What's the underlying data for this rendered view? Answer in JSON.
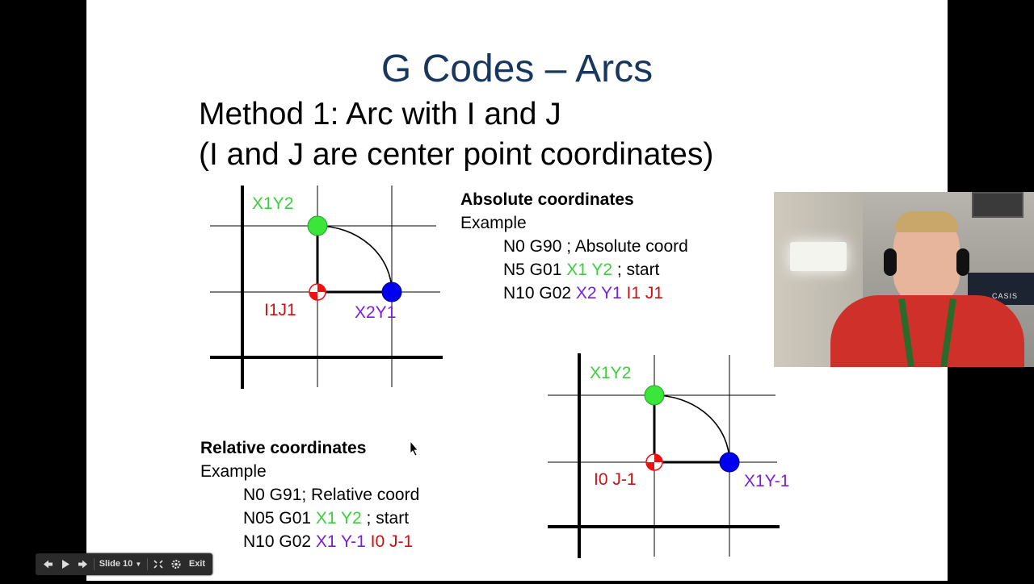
{
  "slide": {
    "title": "G Codes – Arcs",
    "subtitle_line1": "Method 1: Arc with I and J",
    "subtitle_line2": "(I and J are center point coordinates)"
  },
  "diagram_top": {
    "start_label": "X1Y2",
    "center_label": "I1J1",
    "end_label": "X2Y1"
  },
  "diagram_bottom": {
    "start_label": "X1Y2",
    "center_label": "I0 J-1",
    "end_label": "X1Y-1"
  },
  "absolute": {
    "heading": "Absolute coordinates",
    "example_label": "Example",
    "line1": "N0 G90 ; Absolute coord",
    "line2_prefix": "N5 G01 ",
    "line2_xy": "X1 Y2",
    "line2_suffix": " ; start",
    "line3_prefix": "N10 G02 ",
    "line3_xy": "X2 Y1",
    "line3_ij": " I1 J1"
  },
  "relative": {
    "heading": "Relative coordinates",
    "example_label": "Example",
    "line1": "N0 G91; Relative coord",
    "line2_prefix": "N05 G01 ",
    "line2_xy": "X1 Y2",
    "line2_suffix": " ; start",
    "line3_prefix": "N10 G02 ",
    "line3_xy": "X1 Y-1",
    "line3_ij": " I0 J-1"
  },
  "webcam": {
    "sign_text": "CASIS"
  },
  "toolbar": {
    "slide_label": "Slide 10",
    "exit_label": "Exit"
  },
  "colors": {
    "title": "#17375e",
    "start_point": "#39e639",
    "end_point": "#0000ee",
    "center_point": "#ee1111",
    "start_text": "#3ccf3c",
    "end_text": "#7a1fd8",
    "center_text": "#cc1111"
  }
}
